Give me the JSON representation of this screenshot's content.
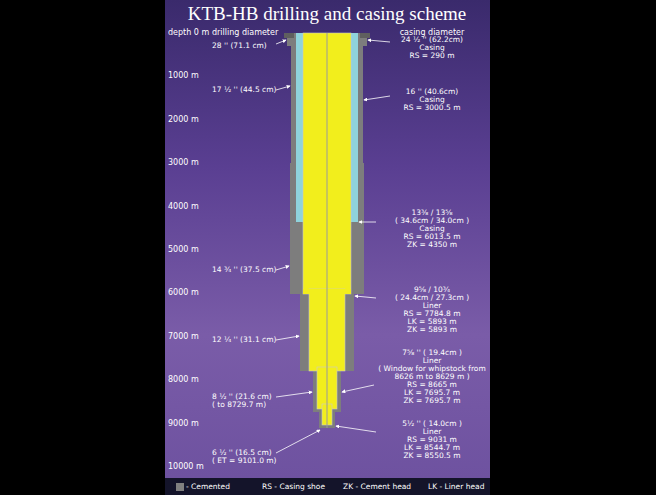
{
  "diagram": {
    "title": "KTB-HB drilling and casing scheme",
    "labels": [
      "depth 0 m",
      "1000 m",
      "2000 m",
      "3000 m",
      "4000 m",
      "5000 m",
      "6000 m",
      "7000 m",
      "8000 m",
      "9000 m",
      "10000 m",
      "drilling diameter",
      "casing diameter",
      "28 '' (71.1 cm)",
      "17 ½ '' (44.5 cm)",
      "14 ¾ '' (37.5 cm)",
      "12 ¼ '' (31.1 cm)",
      "8 ½ '' (21.6 cm)",
      "( to 8729.7 m)",
      "6 ½ '' (16.5 cm)",
      "( ET = 9101.0 m)",
      "24 ½ '' (62.2cm)",
      "Casing",
      "RS = 290 m",
      "16 '' (40.6cm)",
      "Casing",
      "RS = 3000.5 m",
      "13⅜ / 13⅝",
      "( 34.6cm / 34.0cm )",
      "Casing",
      "RS = 6013.5 m",
      "ZK = 4350 m",
      "9⅝ / 10¾",
      "( 24.4cm / 27.3cm )",
      "Liner",
      "RS = 7784.8 m",
      "LK = 5893 m",
      "ZK = 5893 m",
      "7⅝ '' ( 19.4cm )",
      "Liner",
      "( Window for whipstock from",
      "8626 m to 8629 m )",
      "RS = 8665 m",
      "LK = 7695.7 m",
      "ZK = 7695.7 m",
      "5½ '' ( 14.0cm )",
      "Liner",
      "RS = 9031 m",
      "LK = 8544.7 m",
      "ZK = 8550.5 m"
    ],
    "legend": [
      {
        "text": "- Cemented",
        "color": "#808080"
      },
      {
        "text": "RS - Casing shoe"
      },
      {
        "text": "ZK - Cement head"
      },
      {
        "text": "LK - Liner head"
      }
    ]
  }
}
